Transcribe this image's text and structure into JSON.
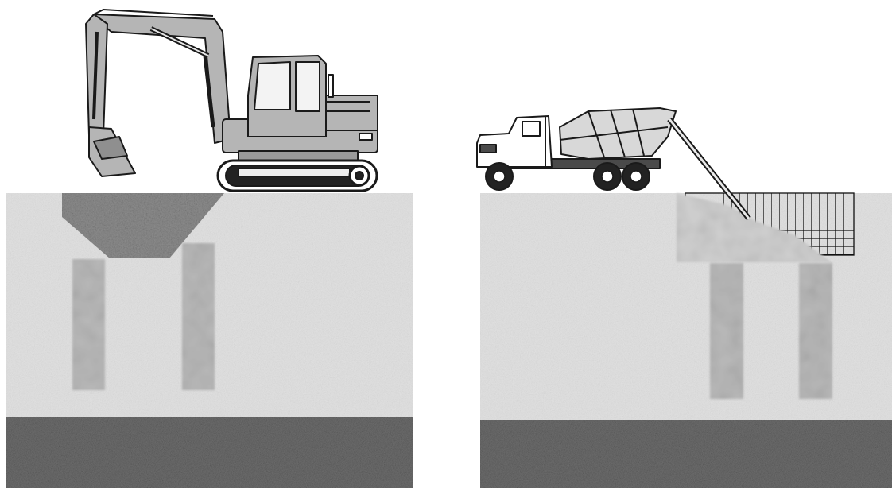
{
  "diagram": {
    "panels": [
      {
        "id": "left",
        "equipment": "excavator",
        "stage": "trenching",
        "icon": "excavator-icon"
      },
      {
        "id": "right",
        "equipment": "concrete-mixer-truck",
        "stage": "pouring",
        "icon": "concrete-mixer-truck-icon"
      }
    ],
    "layers": [
      "upper-soil",
      "lower-gravel"
    ],
    "colors": {
      "soil": "#e2e2e2",
      "gravel": "#6f6f6f",
      "dark_soil": "#8e8e8e",
      "column": "#b9b9b9",
      "concrete": "#d0d0d0",
      "machine": "#b5b5b5",
      "outline": "#1a1a1a",
      "mesh": "#111111"
    }
  }
}
